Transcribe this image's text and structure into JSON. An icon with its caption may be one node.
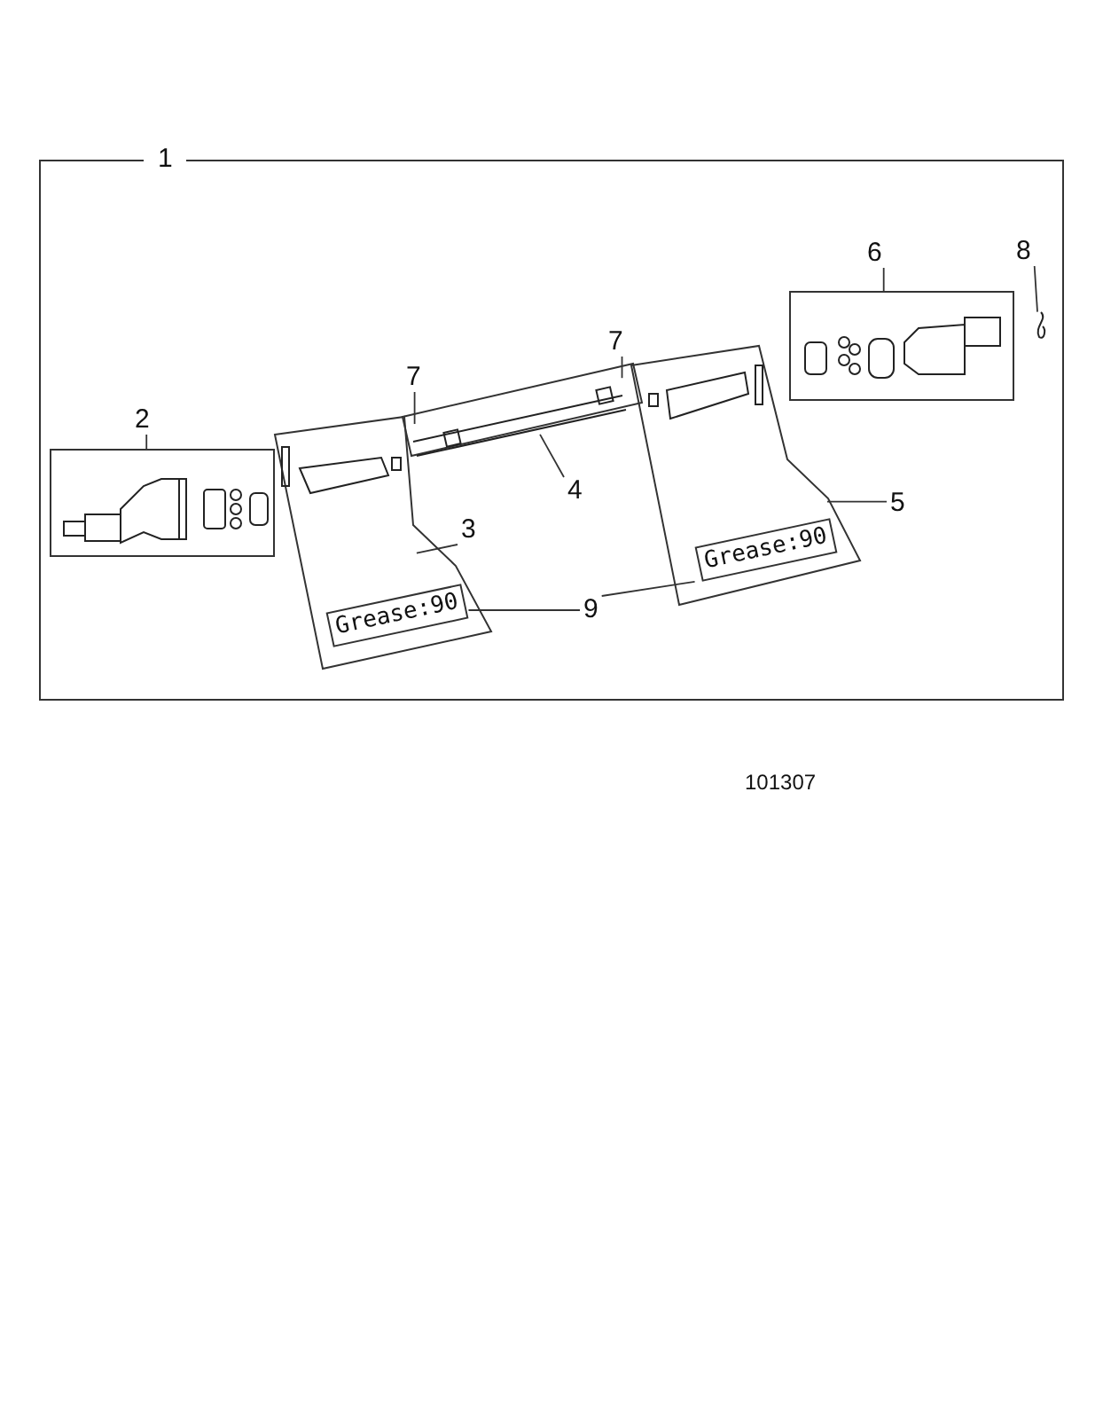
{
  "diagram": {
    "nodes": [
      {
        "text": [
          "1"
        ]
      },
      {
        "text": [
          "2"
        ],
        "in": 0
      },
      {
        "text": [],
        "shape": "picture",
        "in": 0
      },
      {
        "text": [
          "7"
        ],
        "in": 0
      },
      {
        "text": [],
        "shape": "picture",
        "in": 0
      },
      {
        "text": [
          "7"
        ],
        "in": 0
      },
      {
        "text": [
          "3"
        ],
        "in": 0
      },
      {
        "text": [],
        "shape": "box",
        "in": 0
      },
      {
        "text": [
          "Grease:90"
        ],
        "in": 7
      },
      {
        "text": [
          "4"
        ],
        "in": 0
      },
      {
        "text": [
          "5"
        ],
        "in": 0
      },
      {
        "text": [],
        "shape": "box",
        "in": 0
      },
      {
        "text": [
          "Grease:90"
        ],
        "in": 11
      },
      {
        "text": [
          "6"
        ],
        "in": 0
      },
      {
        "text": [],
        "shape": "picture",
        "in": 0
      },
      {
        "text": [
          "8"
        ],
        "in": 0
      },
      {
        "text": [],
        "shape": "picture",
        "in": 0
      },
      {
        "text": [
          "9"
        ],
        "in": 0
      }
    ],
    "edges": [
      {
        "from": 1,
        "to": 2,
        "arrow": "none"
      },
      {
        "from": 3,
        "to": 4,
        "arrow": "none"
      },
      {
        "from": 5,
        "to": 4,
        "arrow": "none"
      },
      {
        "from": 6,
        "to": 7,
        "arrow": "none"
      },
      {
        "from": 9,
        "to": 4,
        "arrow": "none"
      },
      {
        "from": 10,
        "to": 11,
        "arrow": "none"
      },
      {
        "from": 13,
        "to": 14,
        "arrow": "none"
      },
      {
        "from": 15,
        "to": 16,
        "arrow": "none"
      },
      {
        "from": 17,
        "to": 8,
        "arrow": "none"
      },
      {
        "from": 17,
        "to": 12,
        "arrow": "none"
      }
    ],
    "labels": [
      "101307"
    ]
  }
}
